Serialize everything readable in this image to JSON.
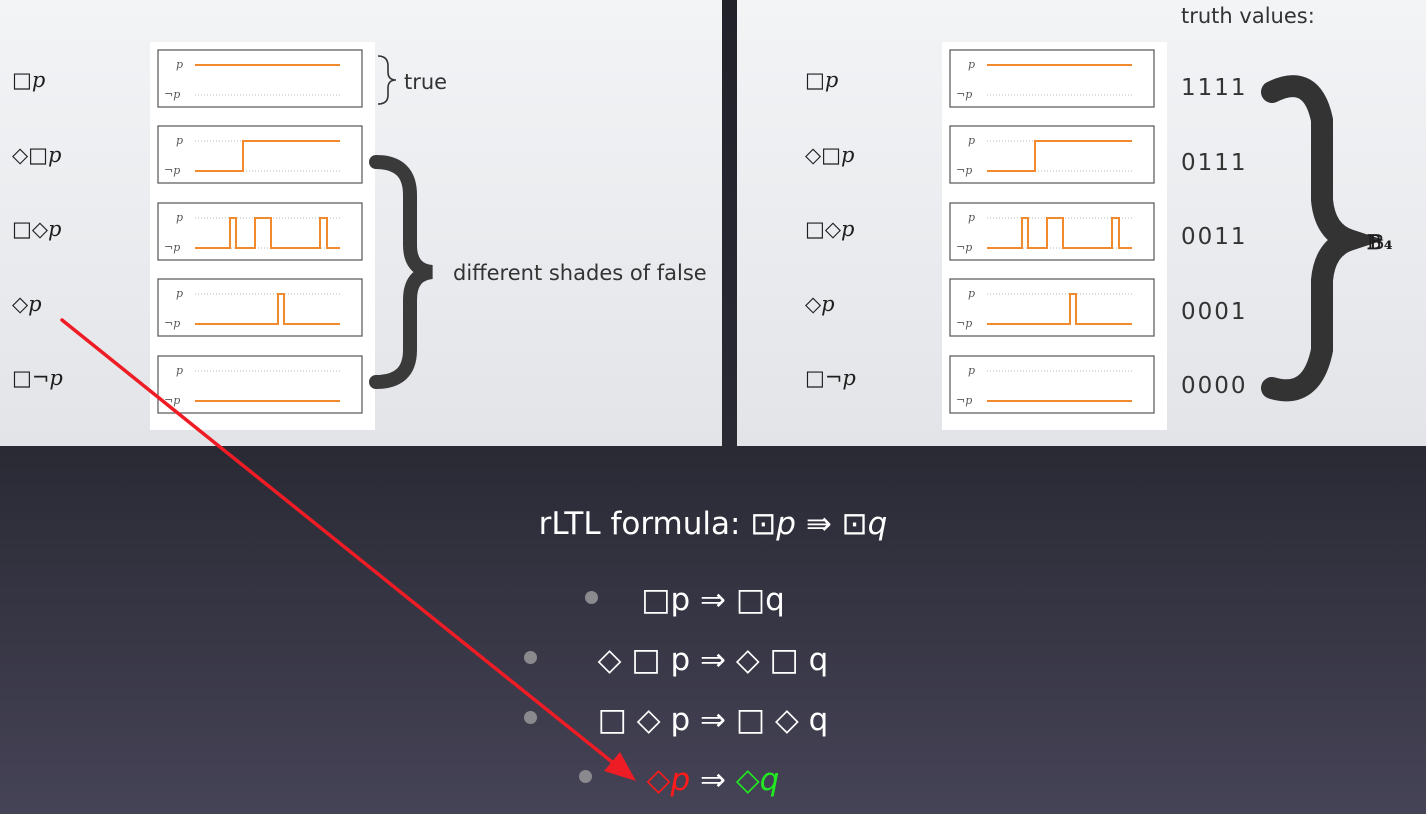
{
  "left_panel": {
    "rows": [
      {
        "formula": "□p",
        "traces": {
          "top": "p",
          "bottom": "¬p"
        }
      },
      {
        "formula": "◇□p",
        "traces": {
          "top": "p",
          "bottom": "¬p"
        }
      },
      {
        "formula": "□◇p",
        "traces": {
          "top": "p",
          "bottom": "¬p"
        }
      },
      {
        "formula": "◇p",
        "traces": {
          "top": "p",
          "bottom": "¬p"
        }
      },
      {
        "formula": "□¬p",
        "traces": {
          "top": "p",
          "bottom": "¬p"
        }
      }
    ],
    "true_label": "true",
    "false_label": "different shades of false"
  },
  "right_panel": {
    "header": "truth values:",
    "rows": [
      {
        "formula": "□p",
        "truth_value": "1111"
      },
      {
        "formula": "◇□p",
        "truth_value": "0111"
      },
      {
        "formula": "□◇p",
        "truth_value": "0011"
      },
      {
        "formula": "◇p",
        "truth_value": "0001"
      },
      {
        "formula": "□¬p",
        "truth_value": "0000"
      }
    ],
    "domain_label": "𝔹₄"
  },
  "bottom": {
    "title_prefix": "rLTL formula:",
    "title_formula": "⊡p ⇛ ⊡q",
    "bullets": [
      {
        "text": "□p ⇒ □q"
      },
      {
        "text": "◇ □ p ⇒ ◇ □ q"
      },
      {
        "text": "□ ◇ p ⇒ □ ◇ q"
      },
      {
        "lhs": "◇p",
        "arrow": "⇒",
        "rhs": "◇q"
      }
    ],
    "colors": {
      "highlight_lhs": "#ff1a1a",
      "highlight_rhs": "#22e822",
      "annotation_arrow": "#ee1c25"
    }
  }
}
